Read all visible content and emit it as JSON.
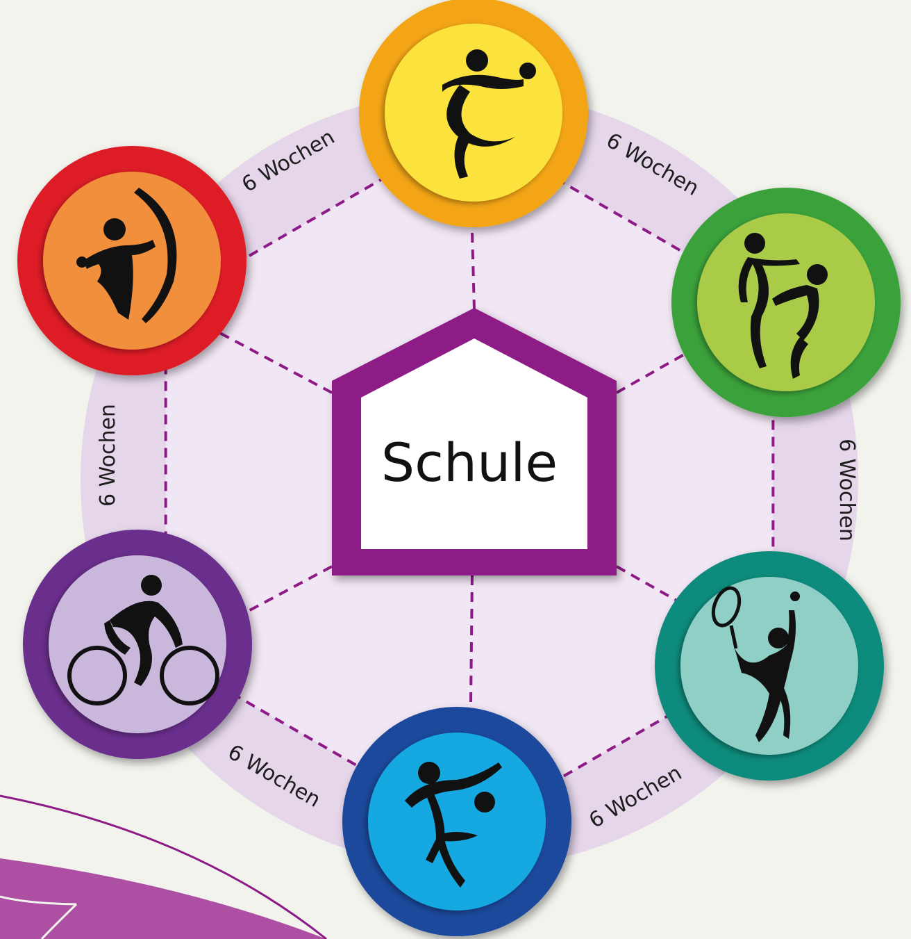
{
  "center": {
    "label": "Schule",
    "frame_color": "#8d1a86"
  },
  "ring_color": "#e5d6ea",
  "hub_fill": "#f1e6f3",
  "spoke_color": "#8d1a86",
  "stations": [
    {
      "icon": "handball-player-icon",
      "outer": "#f3a512",
      "inner": "#fbe23e"
    },
    {
      "icon": "judo-throw-icon",
      "outer": "#3ba23b",
      "inner": "#a9cb47"
    },
    {
      "icon": "tennis-player-icon",
      "outer": "#0e8b7c",
      "inner": "#8fcfc6"
    },
    {
      "icon": "football-player-icon",
      "outer": "#1a4a9c",
      "inner": "#12a8e0"
    },
    {
      "icon": "cyclist-icon",
      "outer": "#6a2d8c",
      "inner": "#c9b7dc"
    },
    {
      "icon": "archer-icon",
      "outer": "#dd1d28",
      "inner": "#f28f3c"
    }
  ],
  "durations": [
    "6 Wochen",
    "6 Wochen",
    "6 Wochen",
    "6 Wochen",
    "6 Wochen",
    "6 Wochen"
  ]
}
